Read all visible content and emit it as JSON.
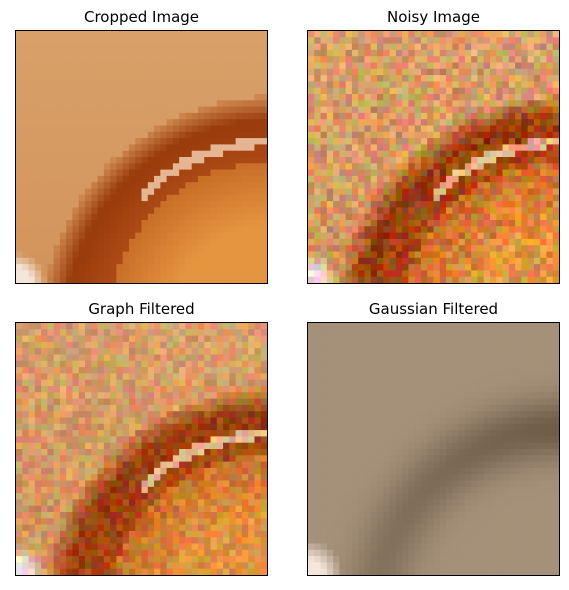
{
  "panels": [
    {
      "title": "Cropped Image",
      "style": "clean"
    },
    {
      "title": "Noisy Image",
      "style": "noisy"
    },
    {
      "title": "Graph Filtered",
      "style": "graph"
    },
    {
      "title": "Gaussian Filtered",
      "style": "gaussian"
    }
  ],
  "colors": {
    "light_tan": "#d9a06a",
    "skin_orange": "#e5943f",
    "dark_band": "#9a3d0c",
    "highlight": "#f2c9a8",
    "corner_light": "#f5e6dc",
    "gaussian_base": "#a59079",
    "gaussian_dark": "#5a4a35"
  }
}
